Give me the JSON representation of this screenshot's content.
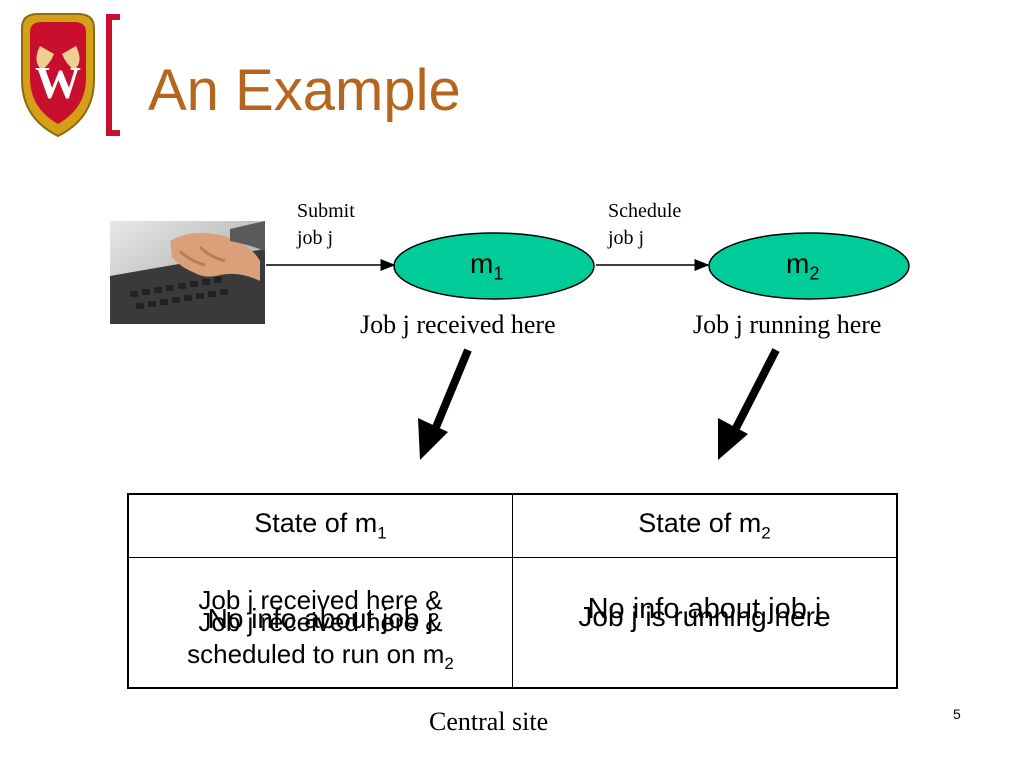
{
  "slide": {
    "title": "An Example",
    "page_number": "5",
    "footer_caption": "Central site"
  },
  "logo": {
    "letter": "W",
    "colors": {
      "shield": "#c8102e",
      "gold": "#d4a017",
      "bracket": "#c8102e"
    }
  },
  "diagram": {
    "edge1_label_line1": "Submit",
    "edge1_label_line2": "job j",
    "edge2_label_line1": "Schedule",
    "edge2_label_line2": "job j",
    "node1": {
      "name": "m",
      "sub": "1",
      "caption": "Job j received here"
    },
    "node2": {
      "name": "m",
      "sub": "2",
      "caption": "Job j running here"
    },
    "node_fill": "#00cc99"
  },
  "table": {
    "col1_header": "State of m",
    "col1_header_sub": "1",
    "col2_header": "State of m",
    "col2_header_sub": "2",
    "cell1_text_a": "Job j received here &",
    "cell1_text_b": "No info about job j",
    "cell1_text_c": "Job j received here &",
    "cell1_text_d": "scheduled to run on m",
    "cell1_text_d_sub": "2",
    "cell2_text_a": "No info about job j",
    "cell2_text_b": "Job j is running here"
  }
}
